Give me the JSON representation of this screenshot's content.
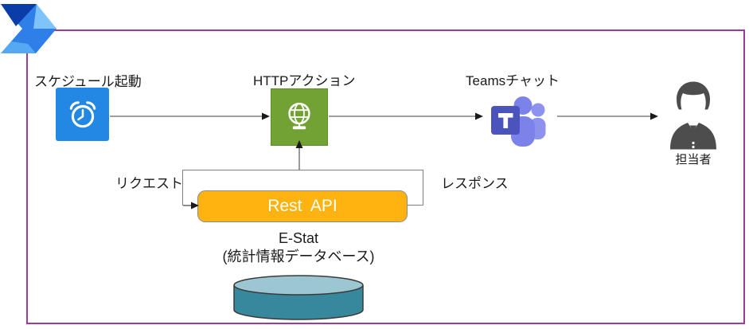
{
  "diagram": {
    "nodes": {
      "schedule": {
        "label": "スケジュール起動"
      },
      "http": {
        "label": "HTTPアクション"
      },
      "teams": {
        "label": "Teamsチャット"
      },
      "person": {
        "label": "担当者"
      },
      "rest_api": {
        "label": "Rest  API"
      },
      "estat": {
        "line1": "E-Stat",
        "line2": "(統計情報データベース)"
      }
    },
    "edges": {
      "request_label": "リクエスト",
      "response_label": "レスポンス"
    },
    "colors": {
      "frame_border": "#9e3a9e",
      "schedule_icon": "#2288e3",
      "http_icon": "#71a233",
      "rest_api_fill": "#ffb310",
      "teams_primary": "#4b53bc",
      "teams_secondary": "#7b83eb",
      "teams_tertiary": "#8c92ee",
      "db_body": "#37889c",
      "db_top": "#9cc7d2",
      "person_fill": "#4d4d4d",
      "arrow_line": "#808080",
      "arrow_head": "#1a1a1a",
      "pa_dark": "#0b3da8",
      "pa_mid": "#2e7fe8",
      "pa_light": "#7ec3f9"
    }
  }
}
